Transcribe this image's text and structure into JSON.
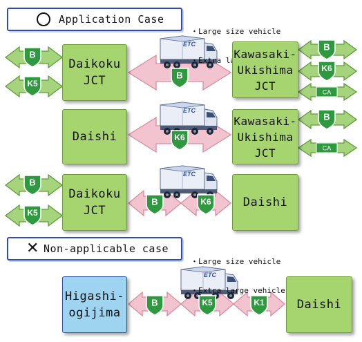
{
  "application": {
    "header_icon": "circle-icon",
    "header_label": "Application Case",
    "notes": [
      "・Large size vehicle",
      "・Extra large vehicle"
    ],
    "rows": [
      {
        "left_box": "Daikoku\nJCT",
        "right_box": "Kawasaki-\nUkishima\nJCT",
        "left_signs": [
          "B",
          "K5"
        ],
        "center_signs": [
          "B"
        ],
        "right_signs": [
          "B",
          "K6",
          "CA"
        ]
      },
      {
        "left_box": "Daishi",
        "right_box": "Kawasaki-\nUkishima\nJCT",
        "center_signs": [
          "K6"
        ],
        "right_signs": [
          "B",
          "CA"
        ]
      },
      {
        "left_box": "Daikoku\nJCT",
        "right_box": "Daishi",
        "left_signs": [
          "B",
          "K5"
        ],
        "center_signs": [
          "B",
          "K6"
        ]
      }
    ]
  },
  "non_applicable": {
    "header_icon": "x-mark-icon",
    "header_label": "Non-applicable case",
    "notes": [
      "・Large size vehicle",
      "・Extra large vehicle"
    ],
    "row": {
      "left_box": "Higashi-\nogijima",
      "right_box": "Daishi",
      "center_signs": [
        "B",
        "K5",
        "K1"
      ]
    }
  },
  "truck_label": "ETC",
  "colors": {
    "box_green": "#a6d46e",
    "box_blue": "#9fd4f1",
    "arrow_green": "#a5d47c",
    "arrow_pink": "#f2c4cf",
    "shield_green": "#2f9940",
    "header_border": "#2d4bb0"
  }
}
